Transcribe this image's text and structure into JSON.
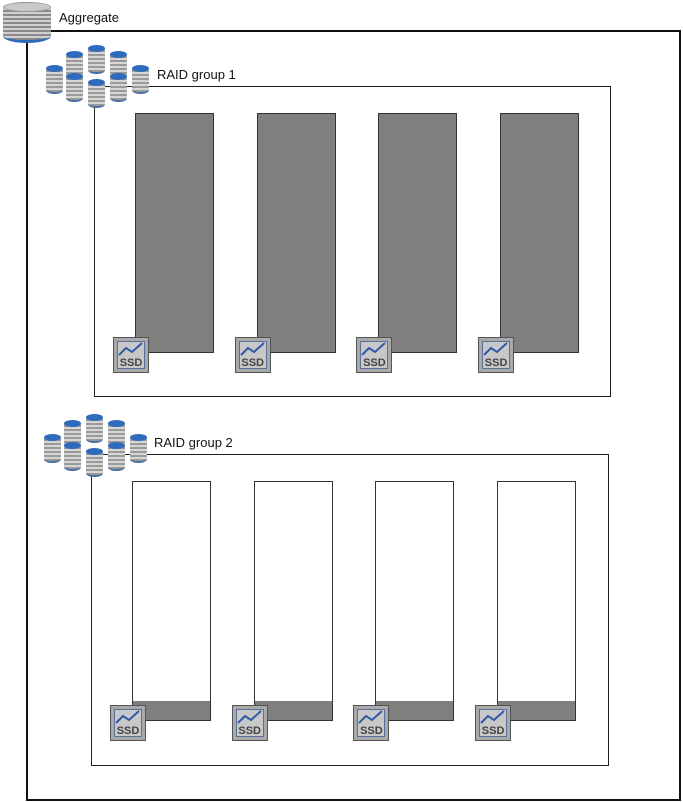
{
  "aggregate": {
    "label": "Aggregate"
  },
  "raid_groups": [
    {
      "label": "RAID group 1",
      "disks": [
        {
          "type": "SSD",
          "used_fraction": 1.0
        },
        {
          "type": "SSD",
          "used_fraction": 1.0
        },
        {
          "type": "SSD",
          "used_fraction": 1.0
        },
        {
          "type": "SSD",
          "used_fraction": 1.0
        }
      ]
    },
    {
      "label": "RAID group 2",
      "disks": [
        {
          "type": "SSD",
          "used_fraction": 0.08
        },
        {
          "type": "SSD",
          "used_fraction": 0.08
        },
        {
          "type": "SSD",
          "used_fraction": 0.08
        },
        {
          "type": "SSD",
          "used_fraction": 0.08
        }
      ]
    }
  ],
  "colors": {
    "used": "#7f7f7f",
    "disk_top": "#2f6bbd"
  }
}
